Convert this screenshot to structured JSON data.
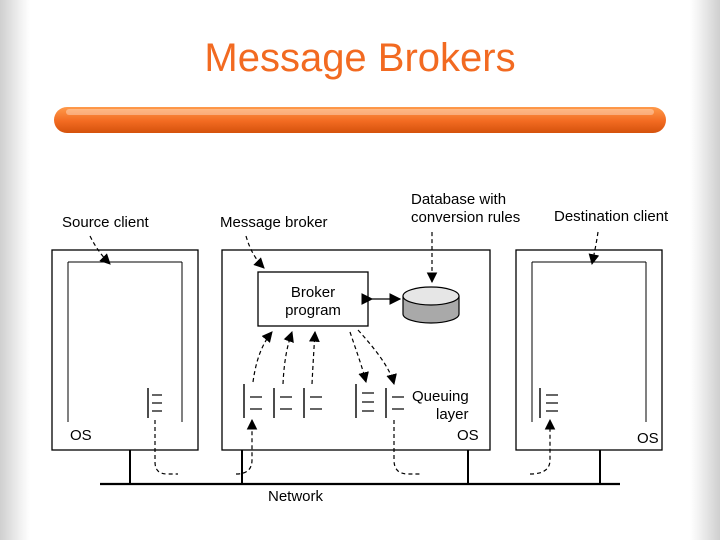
{
  "slide": {
    "title": "Message Brokers",
    "accent_color": "#f26a21"
  },
  "diagram": {
    "labels": {
      "source_client": "Source client",
      "message_broker": "Message broker",
      "database_line1": "Database with",
      "database_line2": "conversion rules",
      "destination_client": "Destination client",
      "broker_line1": "Broker",
      "broker_line2": "program",
      "queuing_line1": "Queuing",
      "queuing_line2": "layer",
      "os_source": "OS",
      "os_broker": "OS",
      "os_destination": "OS",
      "network": "Network"
    }
  }
}
